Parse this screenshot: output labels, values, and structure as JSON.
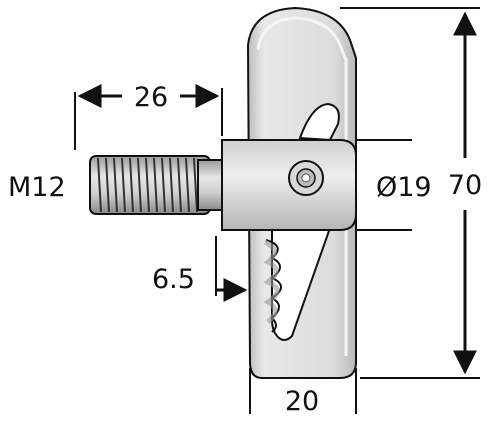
{
  "dimensions": {
    "length": "26",
    "thread": "M12",
    "diameter": "Ø19",
    "height": "70",
    "thickness": "6.5",
    "width": "20"
  },
  "colors": {
    "line": "#111111",
    "body": "#e6e6e6",
    "shade": "#c4c4c4",
    "dark": "#8a8a8a",
    "slot": "#ffffff"
  }
}
